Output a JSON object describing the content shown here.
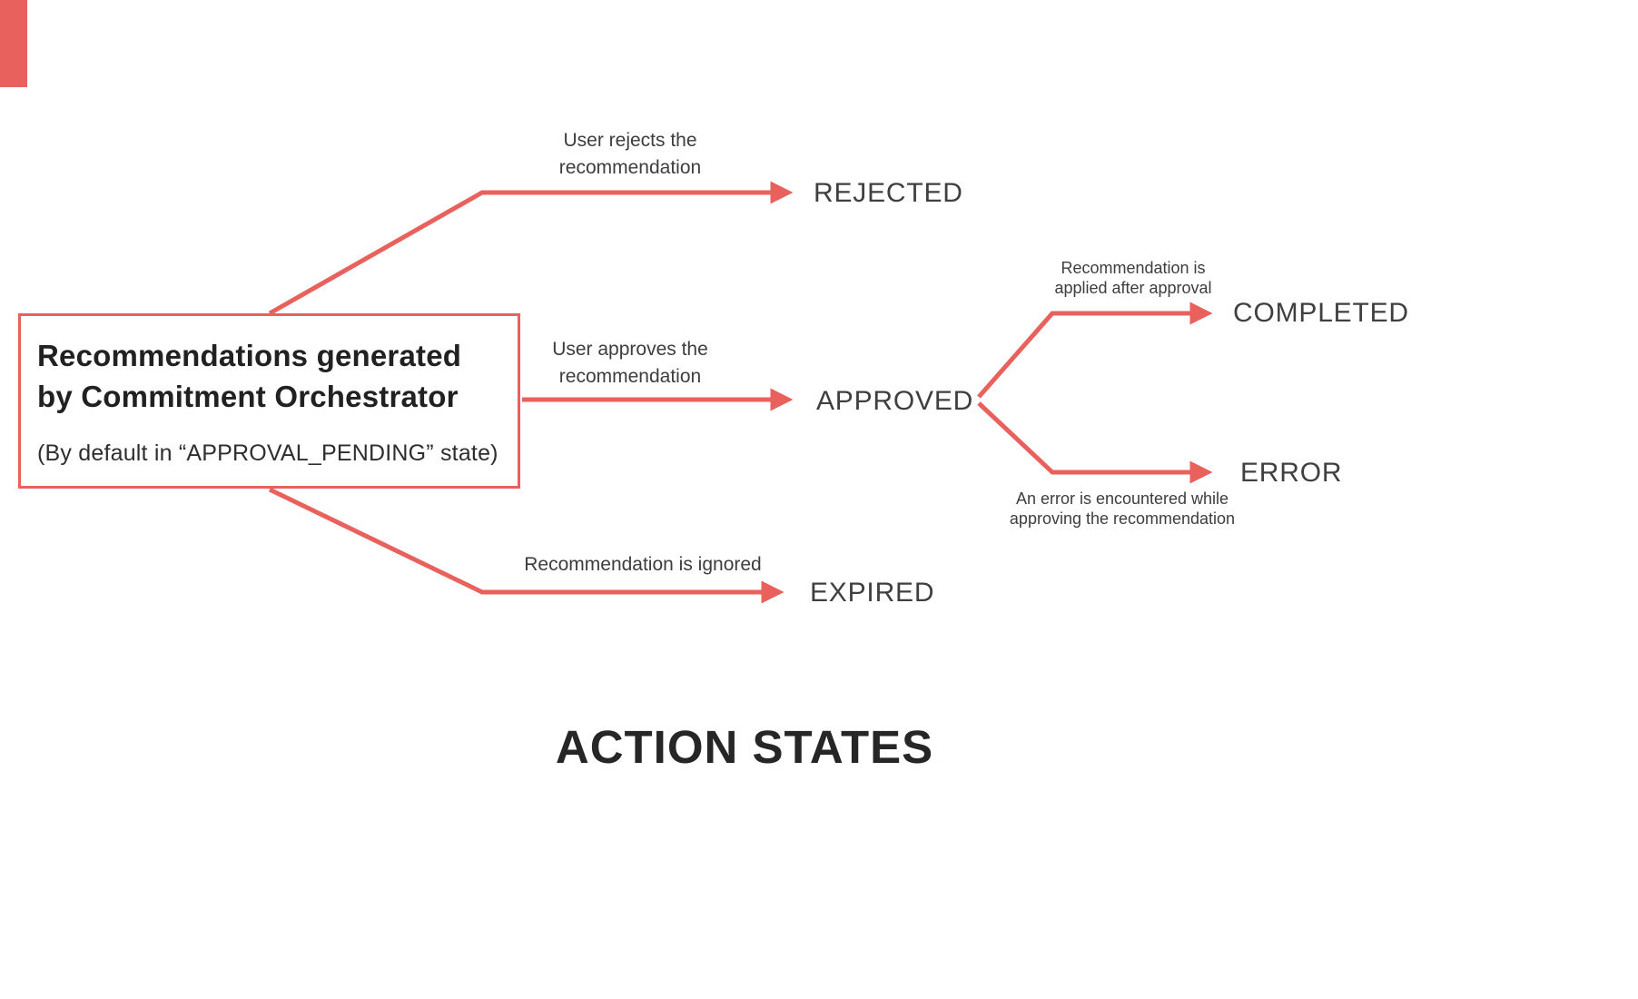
{
  "colors": {
    "accent": "#e8615c",
    "ink": "#212121",
    "muted": "#3d3d3d"
  },
  "source": {
    "title": "Recommendations generated\nby Commitment Orchestrator",
    "subtitle": "(By default in “APPROVAL_PENDING” state)"
  },
  "transitions": {
    "rejected": {
      "label": "User rejects the\nrecommendation",
      "state": "REJECTED"
    },
    "approved": {
      "label": "User approves the\nrecommendation",
      "state": "APPROVED"
    },
    "expired": {
      "label": "Recommendation is ignored",
      "state": "EXPIRED"
    },
    "completed": {
      "label": "Recommendation is\napplied after approval",
      "state": "COMPLETED"
    },
    "error": {
      "label": "An error is encountered while\napproving the recommendation",
      "state": "ERROR"
    }
  },
  "footer": {
    "title": "ACTION STATES"
  }
}
